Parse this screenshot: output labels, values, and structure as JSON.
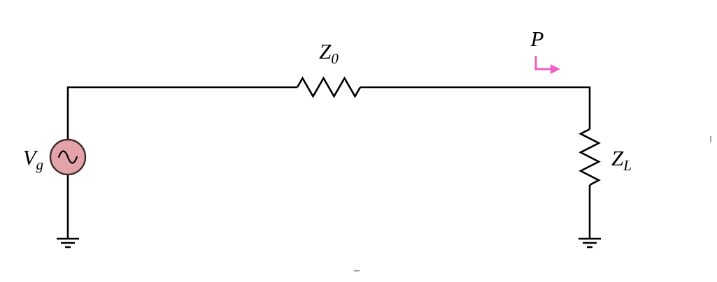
{
  "diagram": {
    "type": "circuit-schematic",
    "description": "Transmission line circuit: AC source Vg feeding line impedance Z0 into load ZL, with power flow arrow P at the load",
    "labels": {
      "source": {
        "main": "V",
        "sub": "g"
      },
      "line_impedance": {
        "main": "Z",
        "sub": "0"
      },
      "load_impedance": {
        "main": "Z",
        "sub": "L"
      },
      "power": "P"
    },
    "colors": {
      "background": "#ffffff",
      "wire": "#000000",
      "source_fill": "#e3a3a8",
      "source_stroke": "#3d2b2b",
      "arrow": "#ee5fc7"
    }
  }
}
